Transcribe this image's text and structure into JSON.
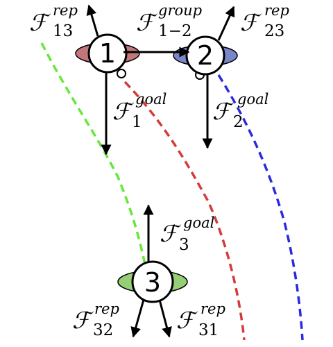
{
  "colors": {
    "agent1": "#c2787a",
    "agent2": "#7b86c8",
    "agent3": "#96cf76",
    "path1": "#d43a3a",
    "path2": "#2a2ae0",
    "path3": "#66e83a",
    "stroke": "#000000"
  },
  "agents": [
    {
      "number": "1"
    },
    {
      "number": "2"
    },
    {
      "number": "3"
    }
  ],
  "forces": {
    "f13": {
      "symbol": "ℱ",
      "sup": "rep",
      "sub": "13"
    },
    "f23": {
      "symbol": "ℱ",
      "sup": "rep",
      "sub": "23"
    },
    "f12": {
      "symbol": "ℱ",
      "sup": "group",
      "sub": "1−2"
    },
    "f1": {
      "symbol": "ℱ",
      "sup": "goal",
      "sub": "1"
    },
    "f2": {
      "symbol": "ℱ",
      "sup": "goal",
      "sub": "2"
    },
    "f3": {
      "symbol": "ℱ",
      "sup": "goal",
      "sub": "3"
    },
    "f32": {
      "symbol": "ℱ",
      "sup": "rep",
      "sub": "32"
    },
    "f31": {
      "symbol": "ℱ",
      "sup": "rep",
      "sub": "31"
    }
  }
}
